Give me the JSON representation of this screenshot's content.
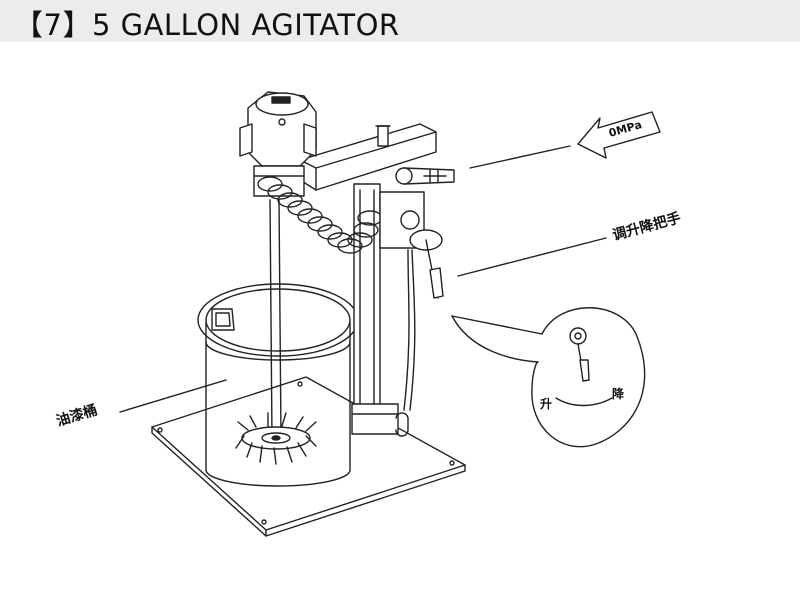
{
  "header": {
    "title": "【7】5 GALLON  AGITATOR",
    "background_color": "#ececec"
  },
  "diagram": {
    "labels": {
      "pressure": "0MPa",
      "lift_handle": "调升降把手",
      "paint_bucket": "油漆桶",
      "up": "升",
      "down": "降"
    },
    "line_color": "#222222"
  }
}
